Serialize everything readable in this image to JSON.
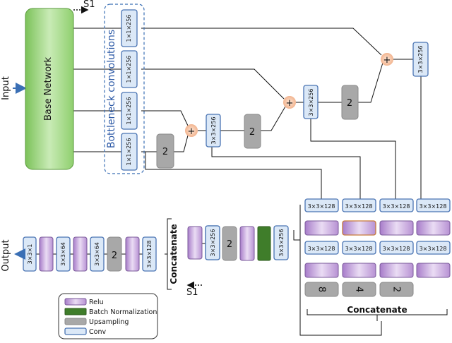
{
  "input_label": "Input",
  "output_label": "Output",
  "base_network_label": "Base Network",
  "bottleneck_label": "Bottleneck convolutions",
  "s1_label": "S1",
  "plus_symbol": "+",
  "concatenate_label": "Concatenate",
  "conv_1x1x256": "1×1×256",
  "conv_3x3x256": "3×3×256",
  "conv_3x3x128": "3×3×128",
  "conv_3x3x64": "3×3×64",
  "conv_3x3x1": "3×3×1",
  "upsample_2": "2",
  "upsample_4": "4",
  "upsample_8": "8",
  "legend": {
    "relu": "Relu",
    "bn": "Batch Normalization",
    "upsampling": "Upsampling",
    "conv": "Conv"
  },
  "colors": {
    "base_network": "#8fcf6e",
    "conv": "#dbe8f7",
    "relu": "#c9a7e0",
    "bn": "#3f7d2a",
    "upsampling": "#a8a8a8",
    "plus_node": "#f7c9a9",
    "bottleneck_text": "#2d5aa6"
  }
}
